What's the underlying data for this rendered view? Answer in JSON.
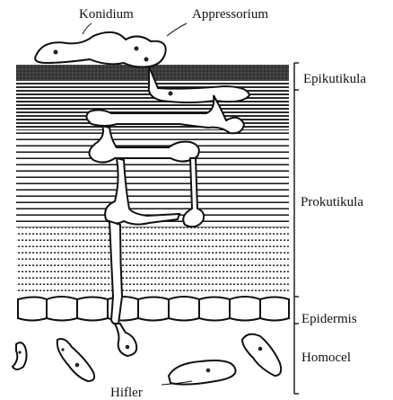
{
  "labels": {
    "konidium": "Konidium",
    "appressorium": "Appressorium",
    "epikutikula": "Epikutikula",
    "prokutikula": "Prokutikula",
    "epidermis": "Epidermis",
    "homocel": "Homocel",
    "hifler": "Hifler"
  },
  "colors": {
    "ink": "#111111",
    "epicuticle": "#3a3a3a",
    "fungus_fill": "#ffffff",
    "nucleus": "#222222"
  }
}
